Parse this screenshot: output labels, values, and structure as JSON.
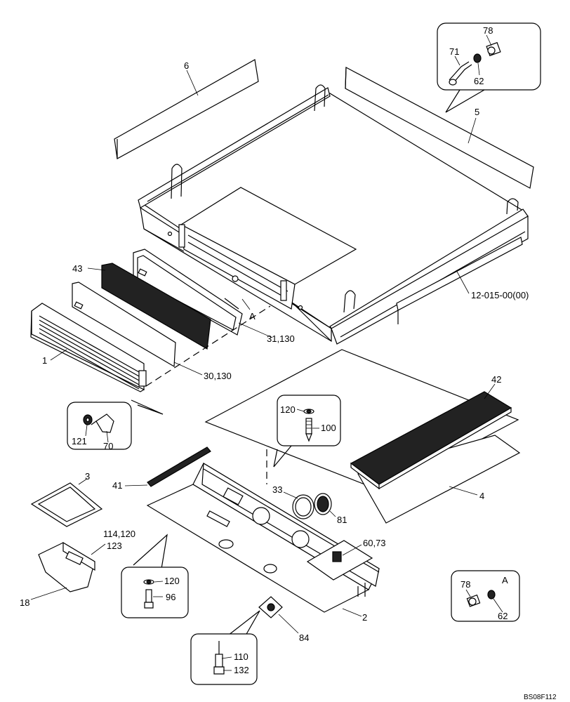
{
  "labels": {
    "l6": "6",
    "l5": "5",
    "l78a": "78",
    "l71": "71",
    "l62a": "62",
    "l43": "43",
    "lA1": "A",
    "l1": "1",
    "l31": "31,130",
    "l30": "30,130",
    "l12": "12-015-00(00)",
    "l42": "42",
    "l120a": "120",
    "l100": "100",
    "l121": "121",
    "l70": "70",
    "l3": "3",
    "l41": "41",
    "l33": "33",
    "l81": "81",
    "l4": "4",
    "l114": "114,120",
    "l123": "123",
    "l60": "60,73",
    "l18": "18",
    "l120b": "120",
    "l96": "96",
    "l2": "2",
    "l84": "84",
    "l78b": "78",
    "lA2": "A",
    "l62b": "62",
    "l110": "110",
    "l132": "132",
    "code": "BS08F112"
  }
}
